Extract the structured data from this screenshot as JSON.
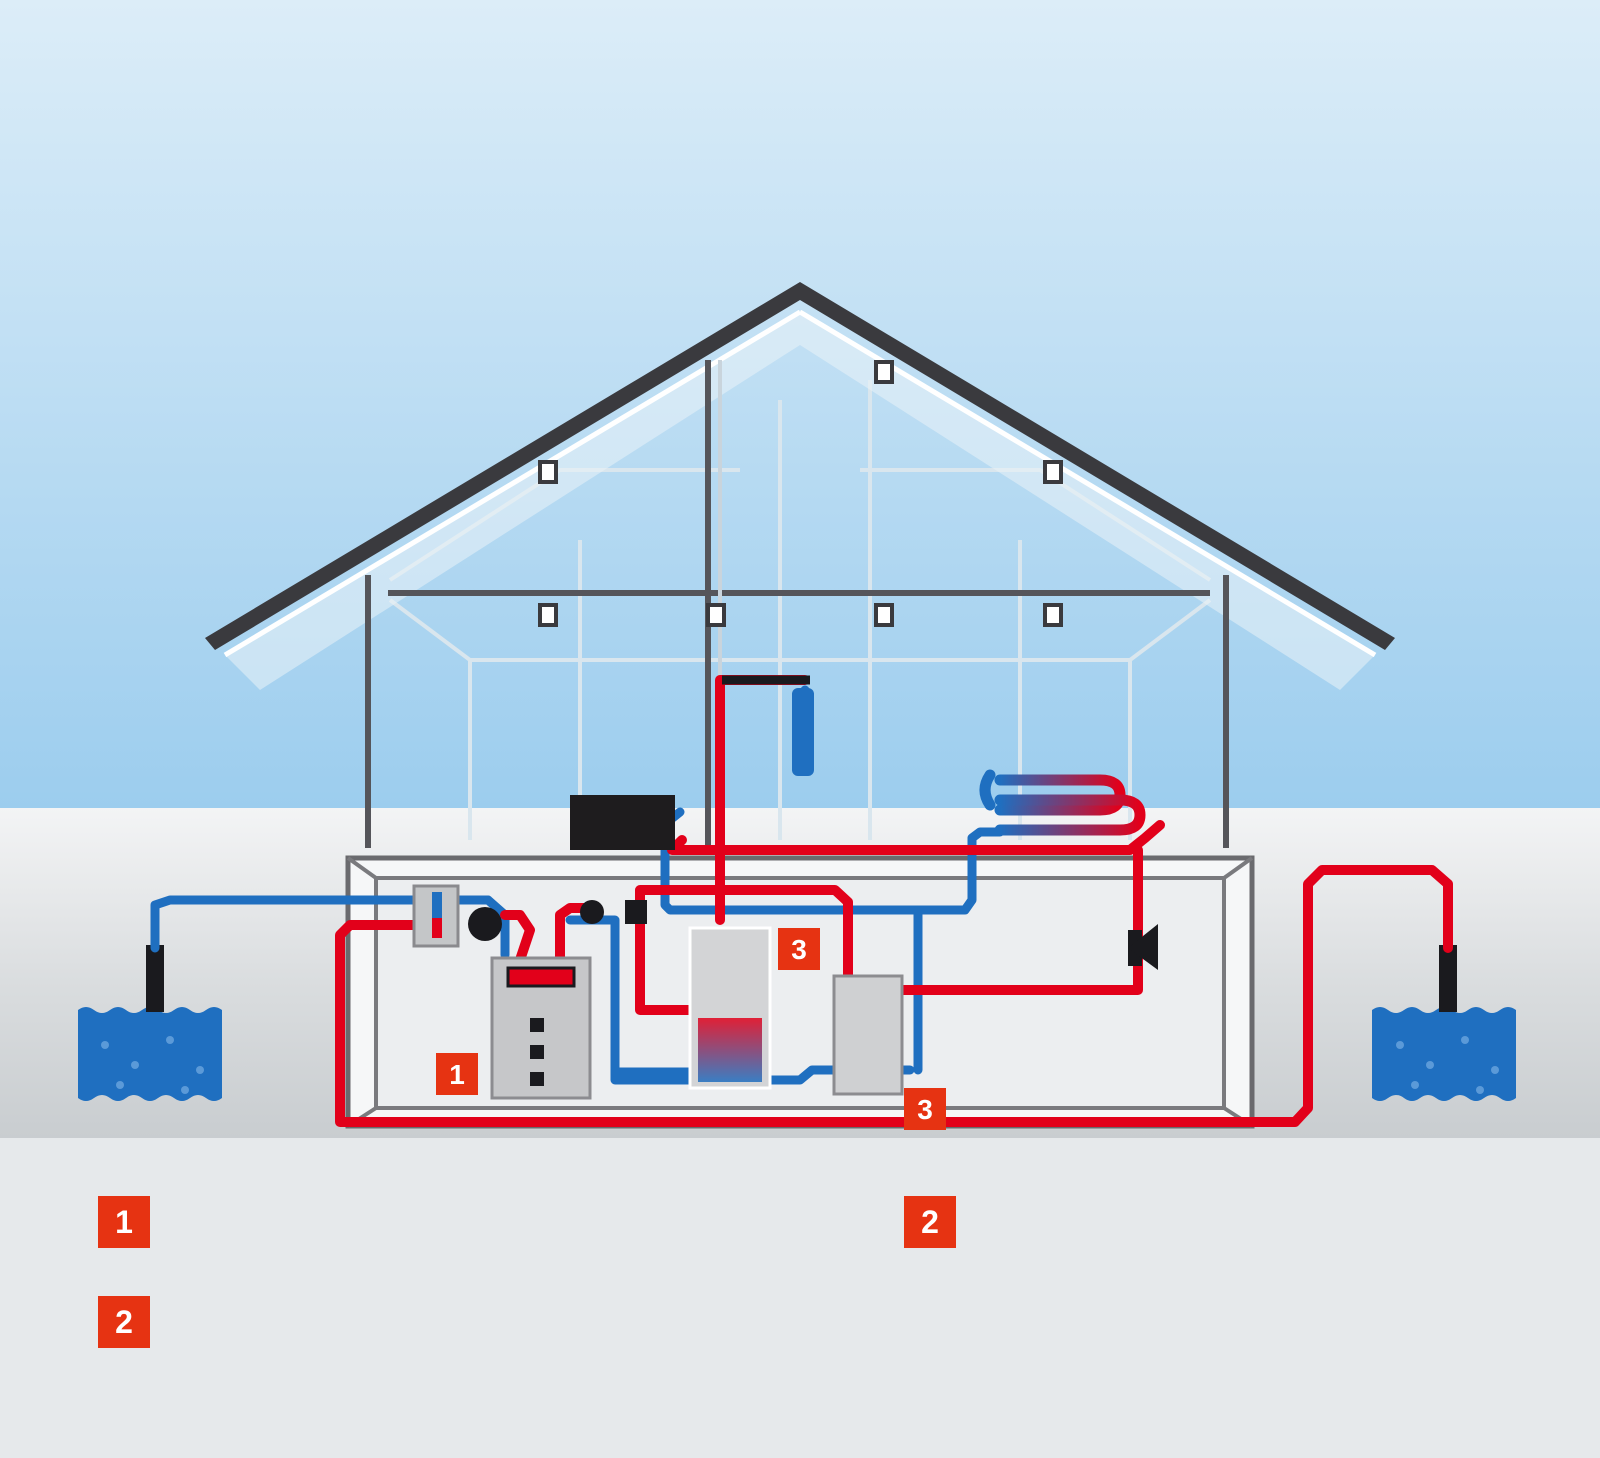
{
  "colors": {
    "sky_top": "#dcedf8",
    "sky_bottom": "#9ccdee",
    "ground": "#e6e9eb",
    "ground_band": "#cfd3d6",
    "supply_pipe": "#e2001a",
    "return_pipe": "#1f6fc0",
    "water_source": "#1f6fc0",
    "house_outline": "#55555a",
    "roof": "#3a3a3e",
    "badge": "#e63312",
    "unit_grey": "#c8c9cb"
  },
  "badges": {
    "heat_pump": "1",
    "buffer_tank": "3",
    "circulation_pump": "3",
    "legend_first": "1",
    "legend_second": "2",
    "legend_right": "2"
  },
  "icons": {
    "water_source_left": "groundwater-well-icon",
    "water_source_right": "groundwater-return-well-icon",
    "shower": "shower-head-icon",
    "radiator": "radiator-icon",
    "heat_pump": "heat-pump-unit-icon",
    "storage_tank": "hot-water-tank-icon",
    "buffer": "buffer-tank-icon",
    "pump": "circulation-pump-icon",
    "valve": "valve-icon",
    "expansion_vessel": "expansion-vessel-icon",
    "controller": "controller-box-icon",
    "loudspeaker": "sound-icon"
  }
}
